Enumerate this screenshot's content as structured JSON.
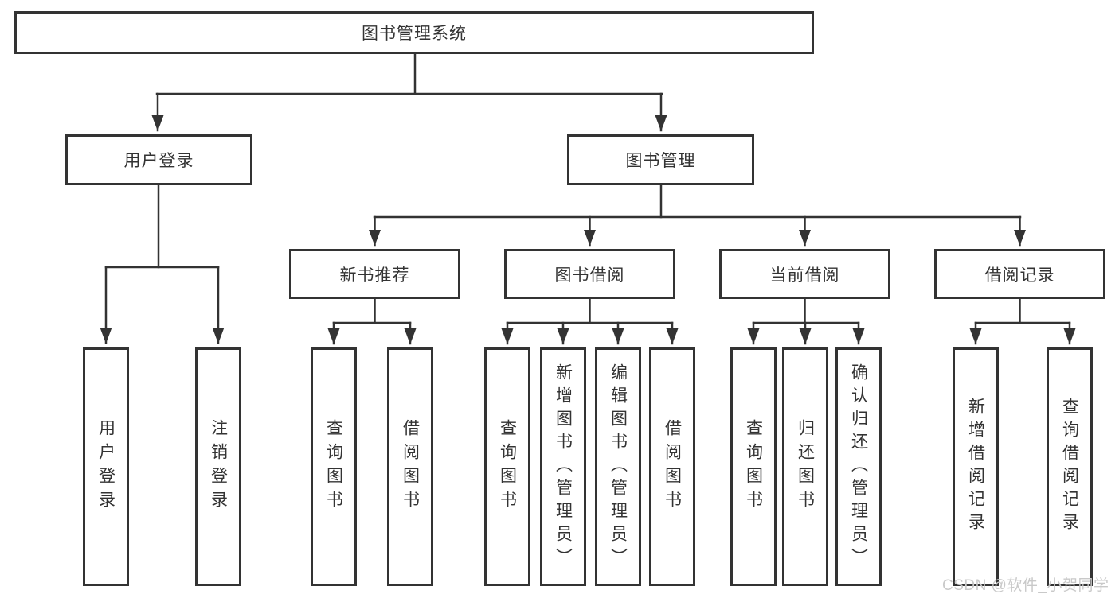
{
  "diagram_type": "hierarchy-tree",
  "tree": {
    "label": "图书管理系统",
    "children": [
      {
        "label": "用户登录",
        "children": [
          {
            "label": "用户登录"
          },
          {
            "label": "注销登录"
          }
        ]
      },
      {
        "label": "图书管理",
        "children": [
          {
            "label": "新书推荐",
            "children": [
              {
                "label": "查询图书"
              },
              {
                "label": "借阅图书"
              }
            ]
          },
          {
            "label": "图书借阅",
            "children": [
              {
                "label": "查询图书"
              },
              {
                "label": "新增图书（管理员）"
              },
              {
                "label": "编辑图书（管理员）"
              },
              {
                "label": "借阅图书"
              }
            ]
          },
          {
            "label": "当前借阅",
            "children": [
              {
                "label": "查询图书"
              },
              {
                "label": "归还图书"
              },
              {
                "label": "确认归还（管理员）"
              }
            ]
          },
          {
            "label": "借阅记录",
            "children": [
              {
                "label": "新增借阅记录"
              },
              {
                "label": "查询借阅记录"
              }
            ]
          }
        ]
      }
    ]
  },
  "watermark": {
    "text": "CSDN @软件_小贺同学"
  },
  "colors": {
    "line": "#333333",
    "box_border": "#333333",
    "box_fill": "#ffffff",
    "text": "#333333",
    "background": "#ffffff",
    "watermark": "#c9c9c9"
  }
}
